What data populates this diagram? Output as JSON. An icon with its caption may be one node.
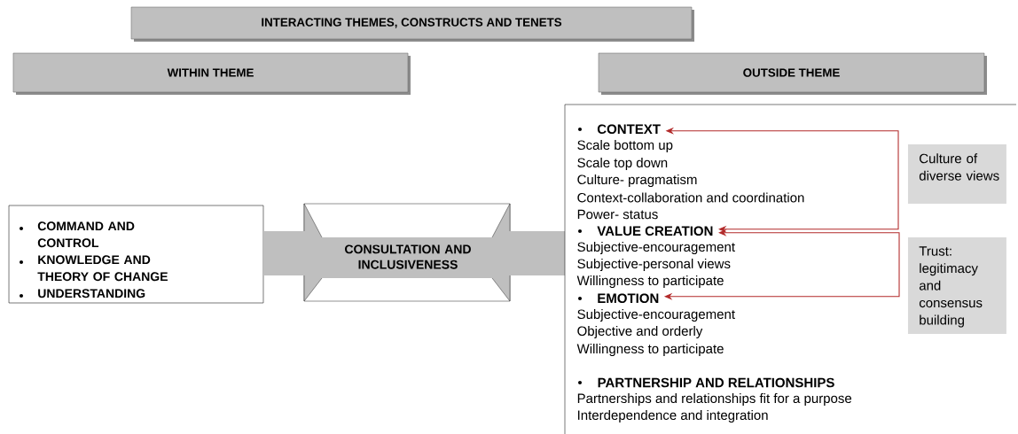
{
  "diagram": {
    "nodes": [
      {
        "text": [
          "INTERACTING THEMES, CONSTRUCTS AND TENETS"
        ]
      },
      {
        "text": [
          "WITHIN THEME"
        ]
      },
      {
        "text": [
          "OUTSIDE THEME"
        ]
      },
      {
        "text": [
          "COMMAND AND CONTROL",
          "KNOWLEDGE AND THEORY OF CHANGE",
          "UNDERSTANDING"
        ]
      },
      {
        "text": [
          "CONSULTATION AND INCLUSIVENESS"
        ]
      },
      {
        "text": [],
        "shape": "box"
      },
      {
        "text": [
          "CONTEXT"
        ],
        "in": 5
      },
      {
        "text": [
          "VALUE CREATION"
        ],
        "in": 5
      },
      {
        "text": [
          "EMOTION"
        ],
        "in": 5
      },
      {
        "text": [
          "Culture of diverse views"
        ],
        "in": 5
      },
      {
        "text": [
          "Trust: legitimacy and consensus building"
        ],
        "in": 5
      }
    ],
    "edges": [
      {
        "from": 6,
        "to": 7,
        "arrow": "both",
        "color": "#b22a2a"
      },
      {
        "from": 7,
        "to": 8,
        "arrow": "both",
        "color": "#b22a2a"
      }
    ],
    "labels": [
      "Scale bottom up",
      "Scale top down",
      "Culture- pragmatism",
      "Context-collaboration and coordination",
      "Power- status",
      "Subjective-encouragement",
      "Subjective-personal views",
      "Willingness to participate",
      "Subjective-encouragement",
      "Objective and orderly",
      "Willingness to participate",
      "PARTNERSHIP AND RELATIONSHIPS",
      "Partnerships and relationships fit for a purpose",
      "Interdependence and integration"
    ]
  }
}
